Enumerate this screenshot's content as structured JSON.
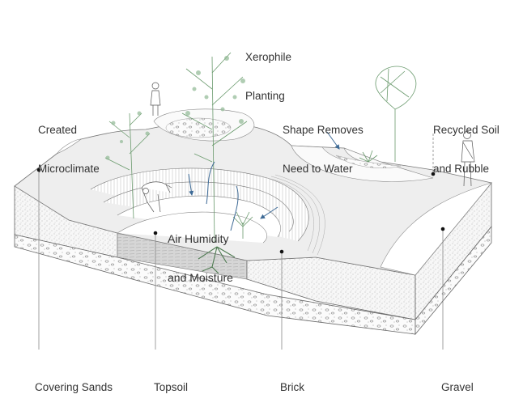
{
  "diagram": {
    "type": "axonometric-section",
    "subject": "sunken amphitheatre garden with soil layers",
    "colors": {
      "text": "#333333",
      "line": "#555555",
      "surface": "#eeeeee",
      "plant": "#5f8f62",
      "water_arrow": "#3d6a96",
      "leader_dot": "#111111"
    },
    "labels": {
      "xerophile": {
        "lines": [
          "Xerophile",
          "Planting"
        ]
      },
      "microclimate": {
        "lines": [
          "Created",
          "Microclimate"
        ]
      },
      "shape": {
        "lines": [
          "Shape Removes",
          "Need to Water"
        ]
      },
      "recycled": {
        "lines": [
          "Recycled Soil",
          "and Rubble"
        ]
      },
      "humidity": {
        "lines": [
          "Air Humidity",
          "and Moisture"
        ]
      },
      "covering_sands": {
        "lines": [
          "Covering Sands"
        ]
      },
      "topsoil": {
        "lines": [
          "Topsoil"
        ]
      },
      "brick": {
        "lines": [
          "Brick"
        ]
      },
      "gravel": {
        "lines": [
          "Gravel"
        ]
      }
    },
    "icons": [
      "tree-icon",
      "person-icon",
      "grass-icon",
      "palm-icon",
      "fig-tree-icon",
      "root-icon",
      "arrow-icon"
    ]
  }
}
